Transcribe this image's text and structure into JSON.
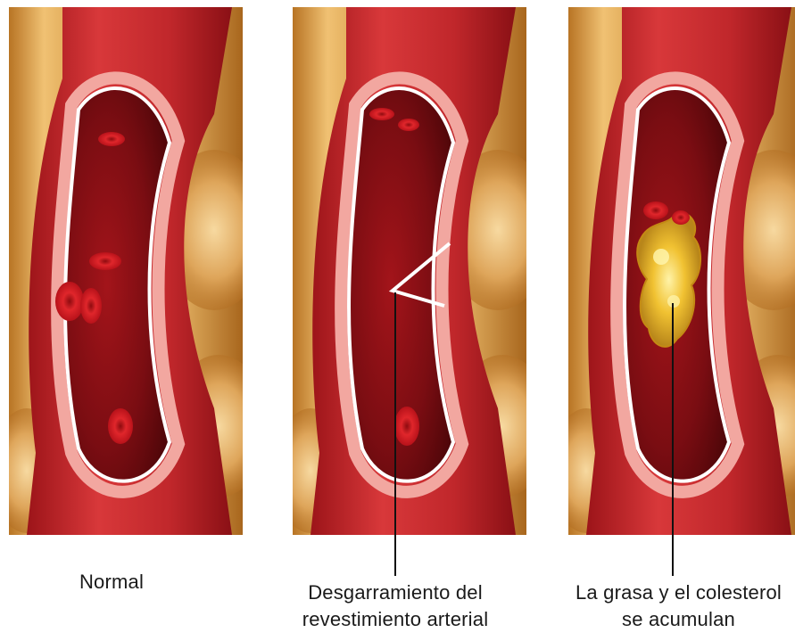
{
  "panels": [
    {
      "caption_lines": [
        "Normal"
      ]
    },
    {
      "caption_lines": [
        "Desgarramiento del",
        "revestimiento arterial"
      ]
    },
    {
      "caption_lines": [
        "La grasa y el colesterol",
        "se acumulan"
      ]
    }
  ],
  "colors": {
    "background_tissue": "#d9a24a",
    "artery_wall": "#c8242a",
    "lumen": "#7a0d12",
    "lining": "#ffffff",
    "plaque": "#f1c232",
    "red_blood_cell": "#d4151b"
  }
}
